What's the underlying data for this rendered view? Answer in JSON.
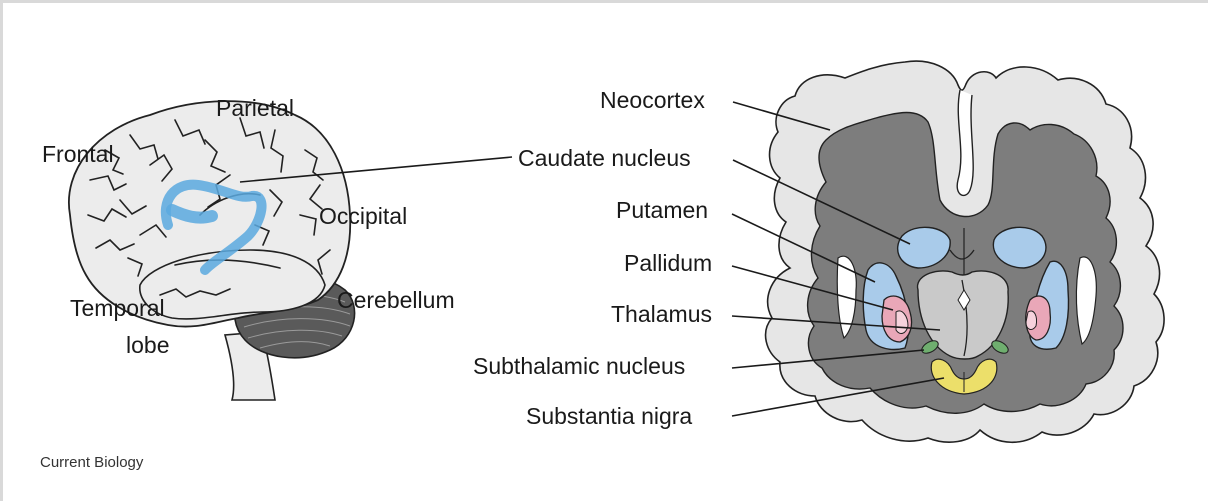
{
  "figure": {
    "lobe_labels": {
      "frontal": "Frontal",
      "parietal": "Parietal",
      "occipital": "Occipital",
      "temporal_1": "Temporal",
      "temporal_2": "lobe",
      "cerebellum": "Cerebellum"
    },
    "structure_labels": {
      "neocortex": "Neocortex",
      "caudate": "Caudate nucleus",
      "putamen": "Putamen",
      "pallidum": "Pallidum",
      "thalamus": "Thalamus",
      "subthalamic": "Subthalamic nucleus",
      "nigra": "Substantia nigra"
    },
    "credit": "Current Biology"
  },
  "colors": {
    "cortex_outer": "#e6e6e6",
    "white_matter": "#7d7d7d",
    "caudate_putamen": "#a9cbea",
    "pallidum": "#e9a7b8",
    "subthalamic": "#6fae6f",
    "nigra": "#ecdf6a",
    "brain_surface": "#ececec",
    "highlight": "#5aa9df"
  }
}
